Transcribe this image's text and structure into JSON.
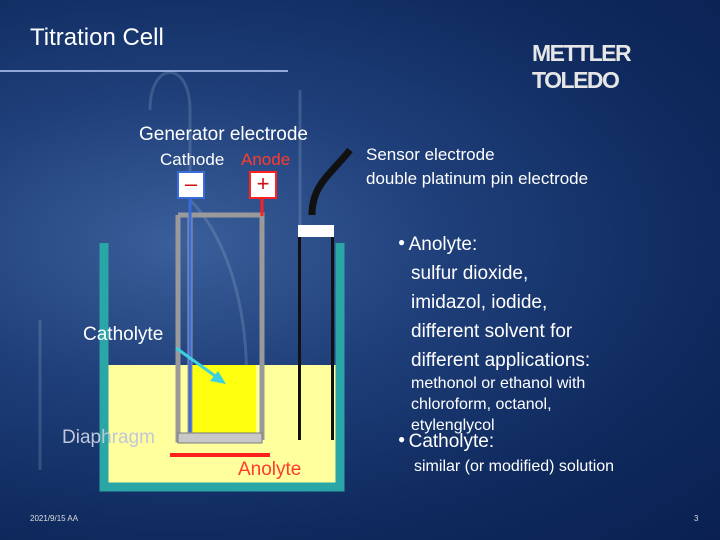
{
  "slide": {
    "title": "Titration Cell",
    "brand": "METTLER TOLEDO"
  },
  "diagram": {
    "generator_electrode": "Generator electrode",
    "cathode": "Cathode",
    "anode": "Anode",
    "minus_sign": "–",
    "plus_sign": "+",
    "sensor_electrode_line1": "Sensor electrode",
    "sensor_electrode_line2": "double  platinum pin electrode",
    "catholyte_label": "Catholyte",
    "diaphragm_label": "Diaphragm",
    "anolyte_label": "Anolyte"
  },
  "notes": {
    "anolyte_heading": "Anolyte:",
    "anolyte_lines": [
      "sulfur dioxide,",
      "imidazol, iodide,",
      "different solvent for",
      "different applications:"
    ],
    "anolyte_sub_lines": [
      "methonol or ethanol with",
      "chloroform, octanol,",
      "etylenglycol"
    ],
    "catholyte_heading": "Catholyte:",
    "catholyte_sub": "similar (or modified) solution"
  },
  "footer": {
    "date": "2021/9/15 AA",
    "page": "3"
  },
  "colors": {
    "vessel": "#2aa6a6",
    "solution": "#ffff9e",
    "cathode_compartment": "#ffff10",
    "anode_wire": "#ff2020",
    "cathode_wire": "#8a8a8a",
    "arrow": "#3fd0e0"
  }
}
